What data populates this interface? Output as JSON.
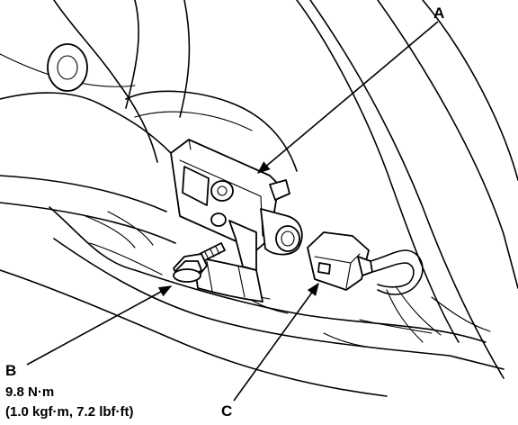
{
  "callouts": {
    "a": {
      "letter": "A"
    },
    "b": {
      "letter": "B",
      "torque_primary": "9.8 N·m",
      "torque_secondary": "(1.0 kgf·m, 7.2 lbf·ft)"
    },
    "c": {
      "letter": "C"
    }
  }
}
